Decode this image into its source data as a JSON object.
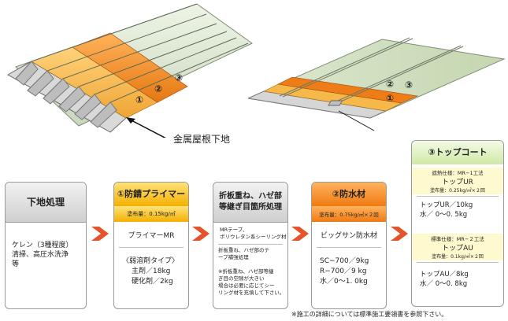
{
  "illustration": {
    "callout_label": "金属屋根下地",
    "markers": [
      "①",
      "②",
      "③"
    ]
  },
  "steps": [
    {
      "title": "下地処理",
      "body": [
        "ケレン（3種程度）",
        "清掃、高圧水洗浄",
        "等"
      ]
    },
    {
      "title": "①防錆プライマー",
      "amount": "塗布量：0.15kg/㎡",
      "material": "プライマーMR",
      "body": [
        "〈弱溶剤タイプ〉",
        "主剤／18kg",
        "硬化剤／2kg"
      ]
    },
    {
      "title_line1": "折板重ね、ハゼ部",
      "title_line2": "等継ぎ目箇所処理",
      "material_line1": "MRテープ、",
      "material_line2": "ポリウレタン系シーリング材",
      "body": [
        "折板重ね、ハゼ部のテ",
        "ープ補強処理",
        "",
        "※折板重ね、ハゼ部等継",
        "ぎ目の空隙が大きい",
        "場合は必要に応じてシー",
        "リング材を充填して下さい。"
      ]
    },
    {
      "title": "②防水材",
      "amount": "塗布量：0.75kg/㎡×２回",
      "material": "ビッグサン防水材",
      "body": [
        "SC−700／9kg",
        "R−700／9 kg",
        "水／0〜1. 0kg"
      ]
    },
    {
      "title": "③トップコート",
      "spec1": {
        "name": "遮熱仕様：MR−1工法",
        "product": "トップUR",
        "amount": "塗布量：0.25kg/㎡×２回",
        "body": [
          "トップUR／10kg",
          "水／ 0〜0. 5kg"
        ]
      },
      "spec2": {
        "name": "標準仕様：MR−２工法",
        "product": "トップAU",
        "amount": "塗布量：0.1kg/㎡×２回",
        "body": [
          "トップAU／8kg",
          "水／ 0〜0. 8kg"
        ]
      }
    }
  ],
  "footnote": "※施工の詳細については標準施工要領書を参照下さい。",
  "colors": {
    "orange": "#f07a12",
    "yellow": "#f3b000",
    "green": "#cfe9a6",
    "arrow_red": "#e5532a"
  }
}
